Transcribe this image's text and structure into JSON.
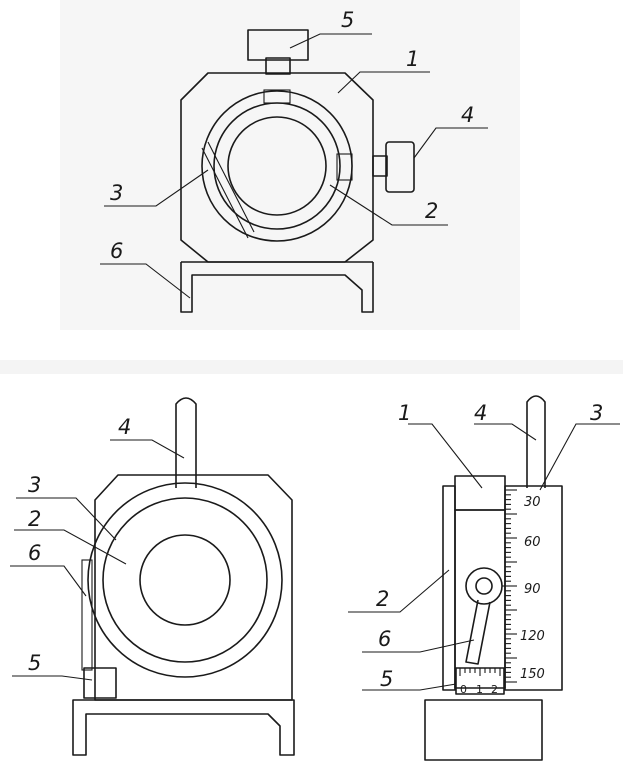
{
  "views": {
    "top": {
      "labels": [
        "5",
        "1",
        "4",
        "3",
        "2",
        "6"
      ]
    },
    "bottom_left": {
      "labels": [
        "4",
        "3",
        "2",
        "6",
        "5"
      ]
    },
    "bottom_right": {
      "labels": [
        "1",
        "4",
        "3",
        "2",
        "6",
        "5"
      ],
      "scale_ticks": [
        "30",
        "60",
        "90",
        "120",
        "150"
      ],
      "vernier_ticks": [
        "0",
        "1",
        "2"
      ]
    }
  }
}
